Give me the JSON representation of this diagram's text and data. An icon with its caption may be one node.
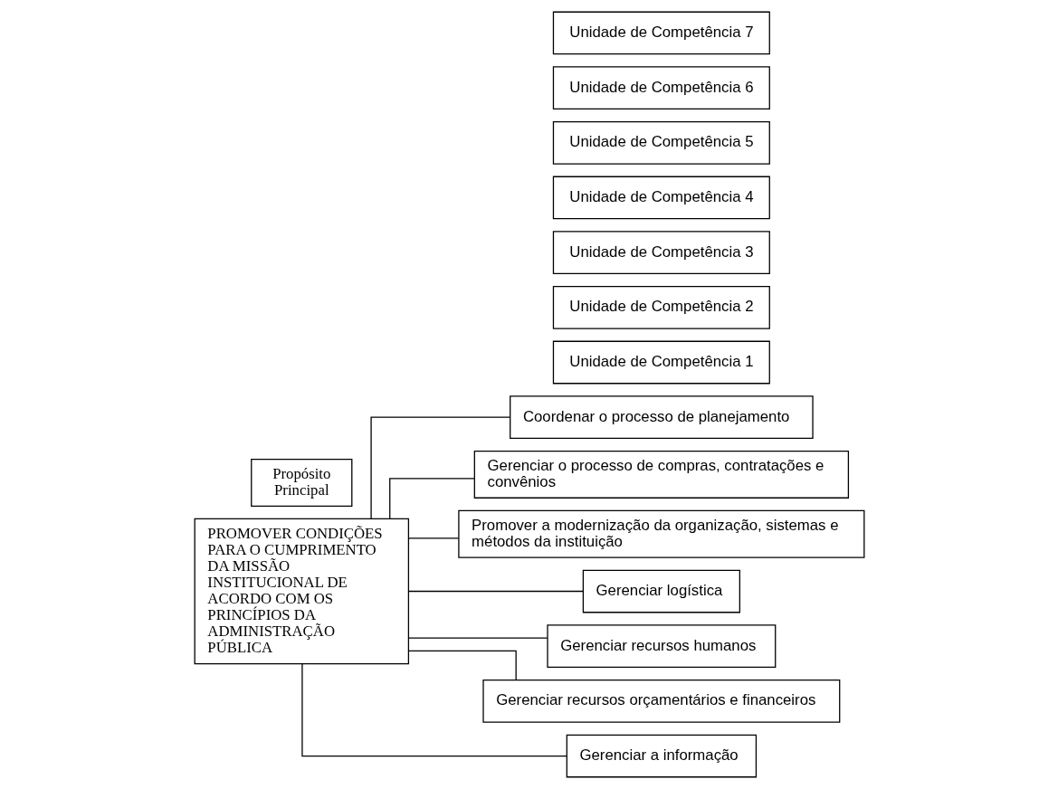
{
  "diagram": {
    "nodes": [
      {
        "text": [
          "PROMOVER CONDIÇÕES PARA O CUMPRIMENTO DA MISSÃO INSTITUCIONAL DE ACORDO COM OS PRINCÍPIOS DA ADMINISTRAÇÃO PÚBLICA"
        ]
      },
      {
        "text": [
          "Propósito Principal"
        ]
      },
      {
        "text": [
          "Coordenar o processo de planejamento"
        ]
      },
      {
        "text": [
          "Unidade de Competência 1"
        ]
      },
      {
        "text": [
          "Gerenciar o processo de compras, contratações e convênios"
        ]
      },
      {
        "text": [
          "Unidade de Competência 2"
        ]
      },
      {
        "text": [
          "Promover a modernização da organização, sistemas e métodos da instituição"
        ]
      },
      {
        "text": [
          "Unidade de Competência 3"
        ]
      },
      {
        "text": [
          "Gerenciar logística"
        ]
      },
      {
        "text": [
          "Unidade de Competência 4"
        ]
      },
      {
        "text": [
          "Gerenciar recursos humanos"
        ]
      },
      {
        "text": [
          "Unidade de Competência 5"
        ]
      },
      {
        "text": [
          "Gerenciar recursos orçamentários e financeiros"
        ]
      },
      {
        "text": [
          "Unidade de Competência 6"
        ]
      },
      {
        "text": [
          "Gerenciar a informação"
        ]
      },
      {
        "text": [
          "Unidade de Competência 7"
        ]
      }
    ],
    "edges": [
      {
        "from": 0,
        "to": 2,
        "arrow": "none"
      },
      {
        "from": 0,
        "to": 4,
        "arrow": "none"
      },
      {
        "from": 0,
        "to": 6,
        "arrow": "none"
      },
      {
        "from": 0,
        "to": 8,
        "arrow": "none"
      },
      {
        "from": 0,
        "to": 10,
        "arrow": "none"
      },
      {
        "from": 0,
        "to": 12,
        "arrow": "none"
      },
      {
        "from": 0,
        "to": 14,
        "arrow": "none"
      }
    ]
  }
}
